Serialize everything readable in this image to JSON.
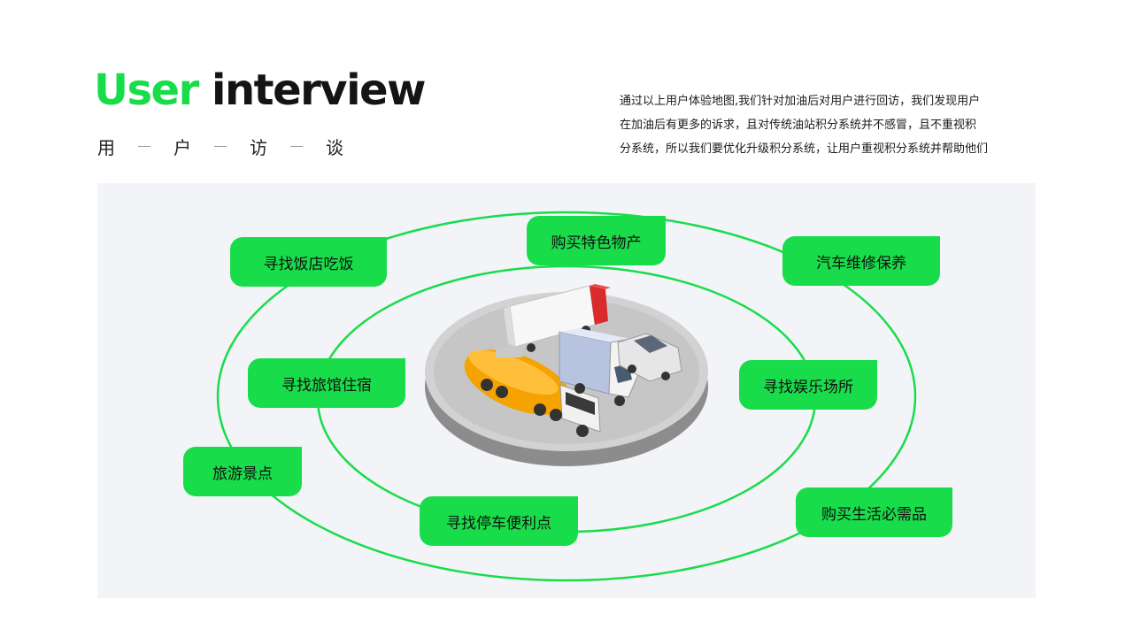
{
  "header": {
    "title_accent": "User",
    "title_rest": "interview",
    "subtitle_chars": [
      "用",
      "户",
      "访",
      "谈"
    ]
  },
  "description": {
    "lines": [
      "通过以上用户体验地图,我们针对加油后对用户进行回访，我们发现用户",
      "在加油后有更多的诉求，且对传统油站积分系统并不感冒，且不重视积",
      "分系统，所以我们要优化升级积分系统，让用户重视积分系统并帮助他们"
    ]
  },
  "diagram": {
    "needs": {
      "restaurant": "寻找饭店吃饭",
      "specialty": "购买特色物产",
      "car_maintenance": "汽车维修保养",
      "hotel": "寻找旅馆住宿",
      "entertainment": "寻找娱乐场所",
      "tourism": "旅游景点",
      "parking": "寻找停车便利点",
      "necessities": "购买生活必需品"
    }
  },
  "colors": {
    "accent": "#19dc4a",
    "panel_bg": "#f2f4f8",
    "ring": "#19dc4a"
  }
}
